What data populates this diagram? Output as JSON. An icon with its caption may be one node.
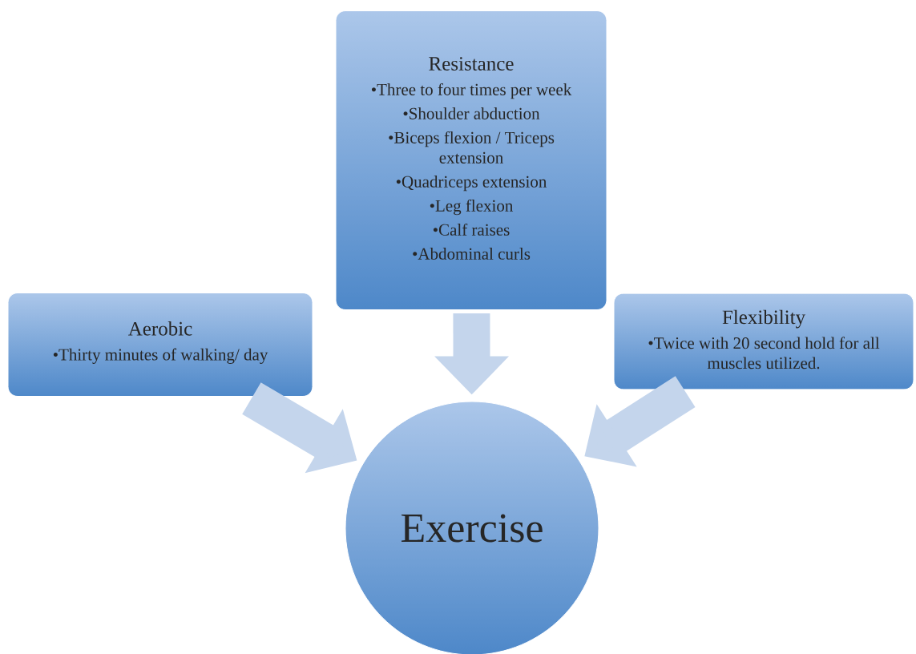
{
  "diagram": {
    "nodes": [
      {
        "text": [
          "Resistance",
          "•Three to four times per week",
          "•Shoulder abduction",
          "•Biceps flexion / Triceps extension",
          "•Quadriceps extension",
          "•Leg flexion",
          "•Calf raises",
          "•Abdominal curls"
        ]
      },
      {
        "text": [
          "Aerobic",
          "•Thirty minutes of walking/ day"
        ]
      },
      {
        "text": [
          "Flexibility",
          "•Twice with 20 second hold for all muscles utilized."
        ]
      },
      {
        "text": [
          "Exercise"
        ]
      }
    ],
    "edges": [
      {
        "from": 0,
        "to": 3,
        "arrow": "to"
      },
      {
        "from": 1,
        "to": 3,
        "arrow": "to"
      },
      {
        "from": 2,
        "to": 3,
        "arrow": "to"
      }
    ]
  }
}
